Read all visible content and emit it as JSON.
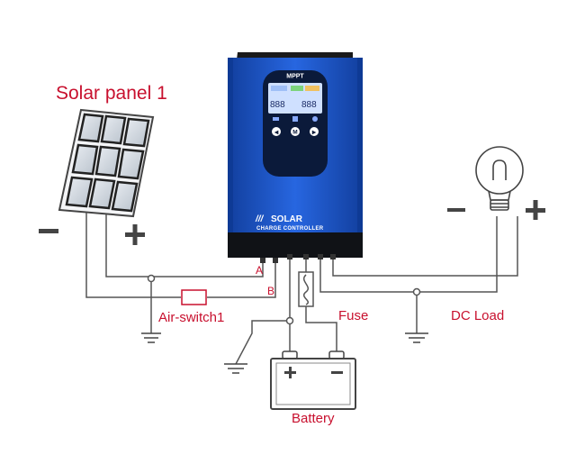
{
  "labels": {
    "solar_panel": "Solar  panel 1",
    "air_switch": "Air-switch1",
    "fuse": "Fuse",
    "dc_load": "DC Load",
    "battery": "Battery",
    "terminal_a": "A",
    "terminal_b": "B"
  },
  "controller": {
    "top_badge": "MPPT",
    "brand": "SOLAR",
    "subtitle": "CHARGE CONTROLLER",
    "lcd_readout_left": "888",
    "lcd_readout_right": "888",
    "button_left_glyph": "◀",
    "button_mid_glyph": "M",
    "button_right_glyph": "▶"
  },
  "colors": {
    "wire": "#555555",
    "label_red": "#c8102e",
    "controller_blue": "#1f5fd6",
    "controller_dark": "#0c1f55",
    "lcd_blue": "#6fa8ff"
  },
  "icons": {
    "panel": "solar-panel-icon",
    "bulb": "light-bulb-icon",
    "ground": "ground-icon",
    "switch": "air-switch-icon",
    "fuse": "fuse-icon",
    "battery": "battery-icon"
  }
}
